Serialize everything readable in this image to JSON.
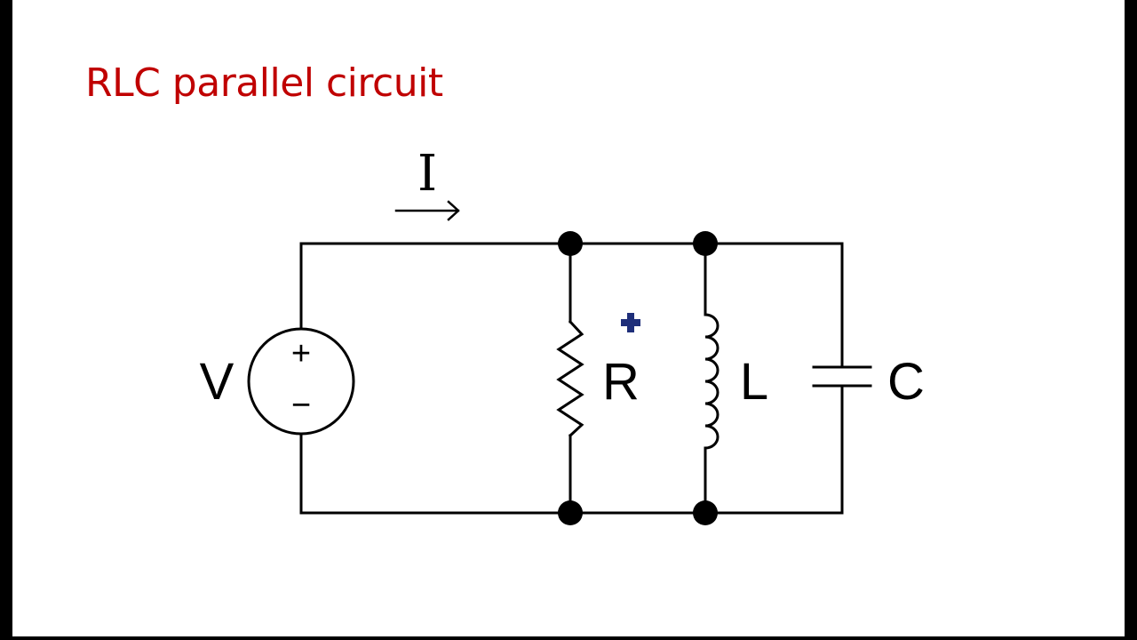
{
  "title": "RLC parallel circuit",
  "colors": {
    "title": "#c00000",
    "wire": "#000000",
    "background": "#ffffff",
    "marker": "#1f2f7a"
  },
  "labels": {
    "current": "I",
    "voltage": "V",
    "resistor": "R",
    "inductor": "L",
    "capacitor": "C",
    "plus": "+",
    "minus": "−"
  },
  "icons": {
    "cursor": "plus-cursor-icon",
    "current_arrow": "right-arrow-icon"
  }
}
